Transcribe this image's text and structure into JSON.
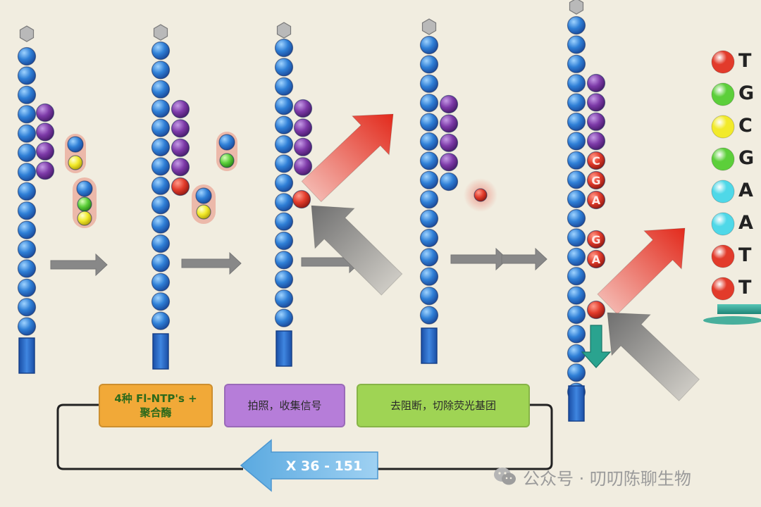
{
  "colors": {
    "background": "#f1ede0",
    "strand_bead": "#2f7fd6",
    "bound_base": "#7d3aa8",
    "fluor_red": "#e23b2b",
    "fluor_green": "#5ccf3a",
    "fluor_yellow": "#f2ea2a",
    "fluor_cyan": "#4fd8e8",
    "anchor": "#1f5fbf",
    "arrow_gray": "#8a8a8a",
    "laser_red": "#e8392a",
    "cycle_arrow_blue": "#6fb7e8",
    "box_orange": "#f1a938",
    "box_purple": "#b67dd9",
    "box_green": "#9fd454",
    "teal_bar": "#3aa89a"
  },
  "steps": {
    "ntp_label": "4种 Fl-NTP's +\n聚合酶",
    "image_label": "拍照，收集信号",
    "cleave_label": "去阻断，切除荧光基团"
  },
  "cycle": {
    "repeat_label": "X 36 - 151"
  },
  "watermark": {
    "text": "公众号 · 叨叨陈聊生物",
    "icon": "wechat-icon"
  },
  "strand5_labels": [
    "C",
    "G",
    "A",
    "G",
    "A"
  ],
  "legend": {
    "items": [
      {
        "letter": "T",
        "color": "#e23b2b"
      },
      {
        "letter": "G",
        "color": "#5ccf3a"
      },
      {
        "letter": "C",
        "color": "#f2ea2a"
      },
      {
        "letter": "G",
        "color": "#5ccf3a"
      },
      {
        "letter": "A",
        "color": "#4fd8e8"
      },
      {
        "letter": "A",
        "color": "#4fd8e8"
      },
      {
        "letter": "T",
        "color": "#e23b2b"
      },
      {
        "letter": "T",
        "color": "#e23b2b"
      }
    ]
  }
}
